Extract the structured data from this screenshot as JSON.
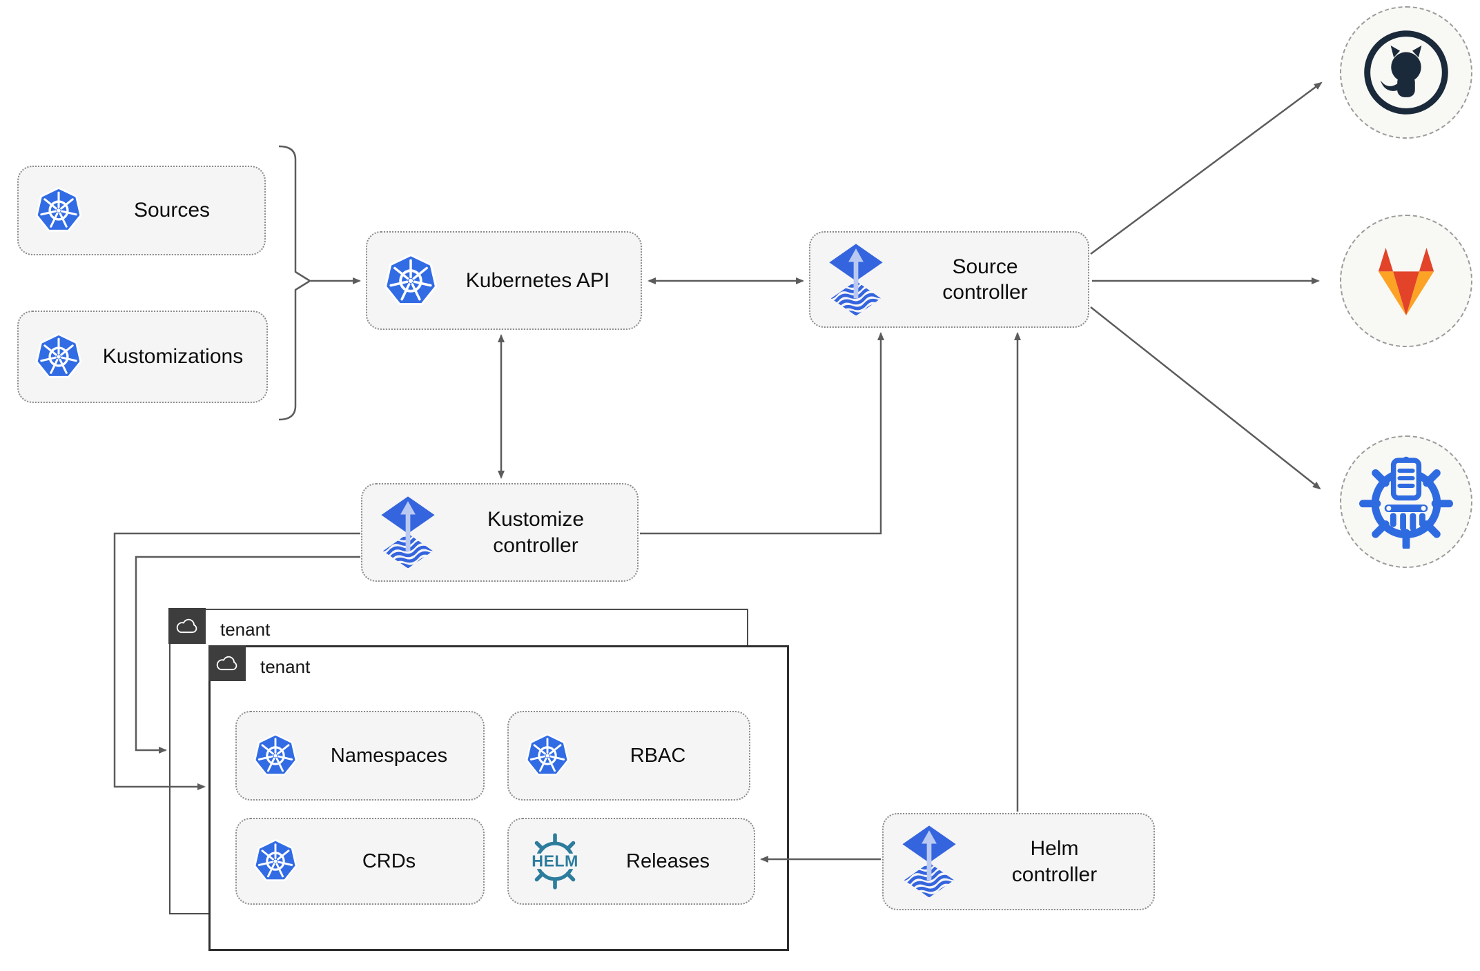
{
  "diagram": {
    "nodes": {
      "sources": {
        "label": "Sources",
        "icon": "kubernetes"
      },
      "kustomizations": {
        "label": "Kustomizations",
        "icon": "kubernetes"
      },
      "kubernetes_api": {
        "label": "Kubernetes API",
        "icon": "kubernetes"
      },
      "source_controller": {
        "line1": "Source",
        "line2": "controller",
        "icon": "flux"
      },
      "kustomize_controller": {
        "line1": "Kustomize",
        "line2": "controller",
        "icon": "flux"
      },
      "helm_controller": {
        "line1": "Helm",
        "line2": "controller",
        "icon": "flux"
      },
      "namespaces": {
        "label": "Namespaces",
        "icon": "kubernetes"
      },
      "rbac": {
        "label": "RBAC",
        "icon": "kubernetes"
      },
      "crds": {
        "label": "CRDs",
        "icon": "kubernetes"
      },
      "releases": {
        "label": "Releases",
        "icon": "helm",
        "logo_text": "HELM"
      }
    },
    "groups": {
      "tenant_back": {
        "label": "tenant",
        "icon": "cloud"
      },
      "tenant_front": {
        "label": "tenant",
        "icon": "cloud"
      }
    },
    "endpoints": {
      "github": {
        "icon": "github-octocat"
      },
      "gitlab": {
        "icon": "gitlab-tanuki"
      },
      "chartmuseum": {
        "icon": "chartmuseum-wheel"
      }
    },
    "colors": {
      "k8s_blue": "#326ce5",
      "flux_blue": "#3565de",
      "flux_arrow": "#bac9f2",
      "helm_teal": "#2d7c9d",
      "github_dark": "#1b2a3a",
      "gitlab_red": "#e24329",
      "gitlab_orange": "#fca326",
      "chartmuseum_blue": "#2f6be0",
      "line_gray": "#5c5c5c",
      "badge_dark": "#3d3d3d",
      "node_fill": "#f5f5f5",
      "node_border": "#8a8a8a"
    }
  }
}
